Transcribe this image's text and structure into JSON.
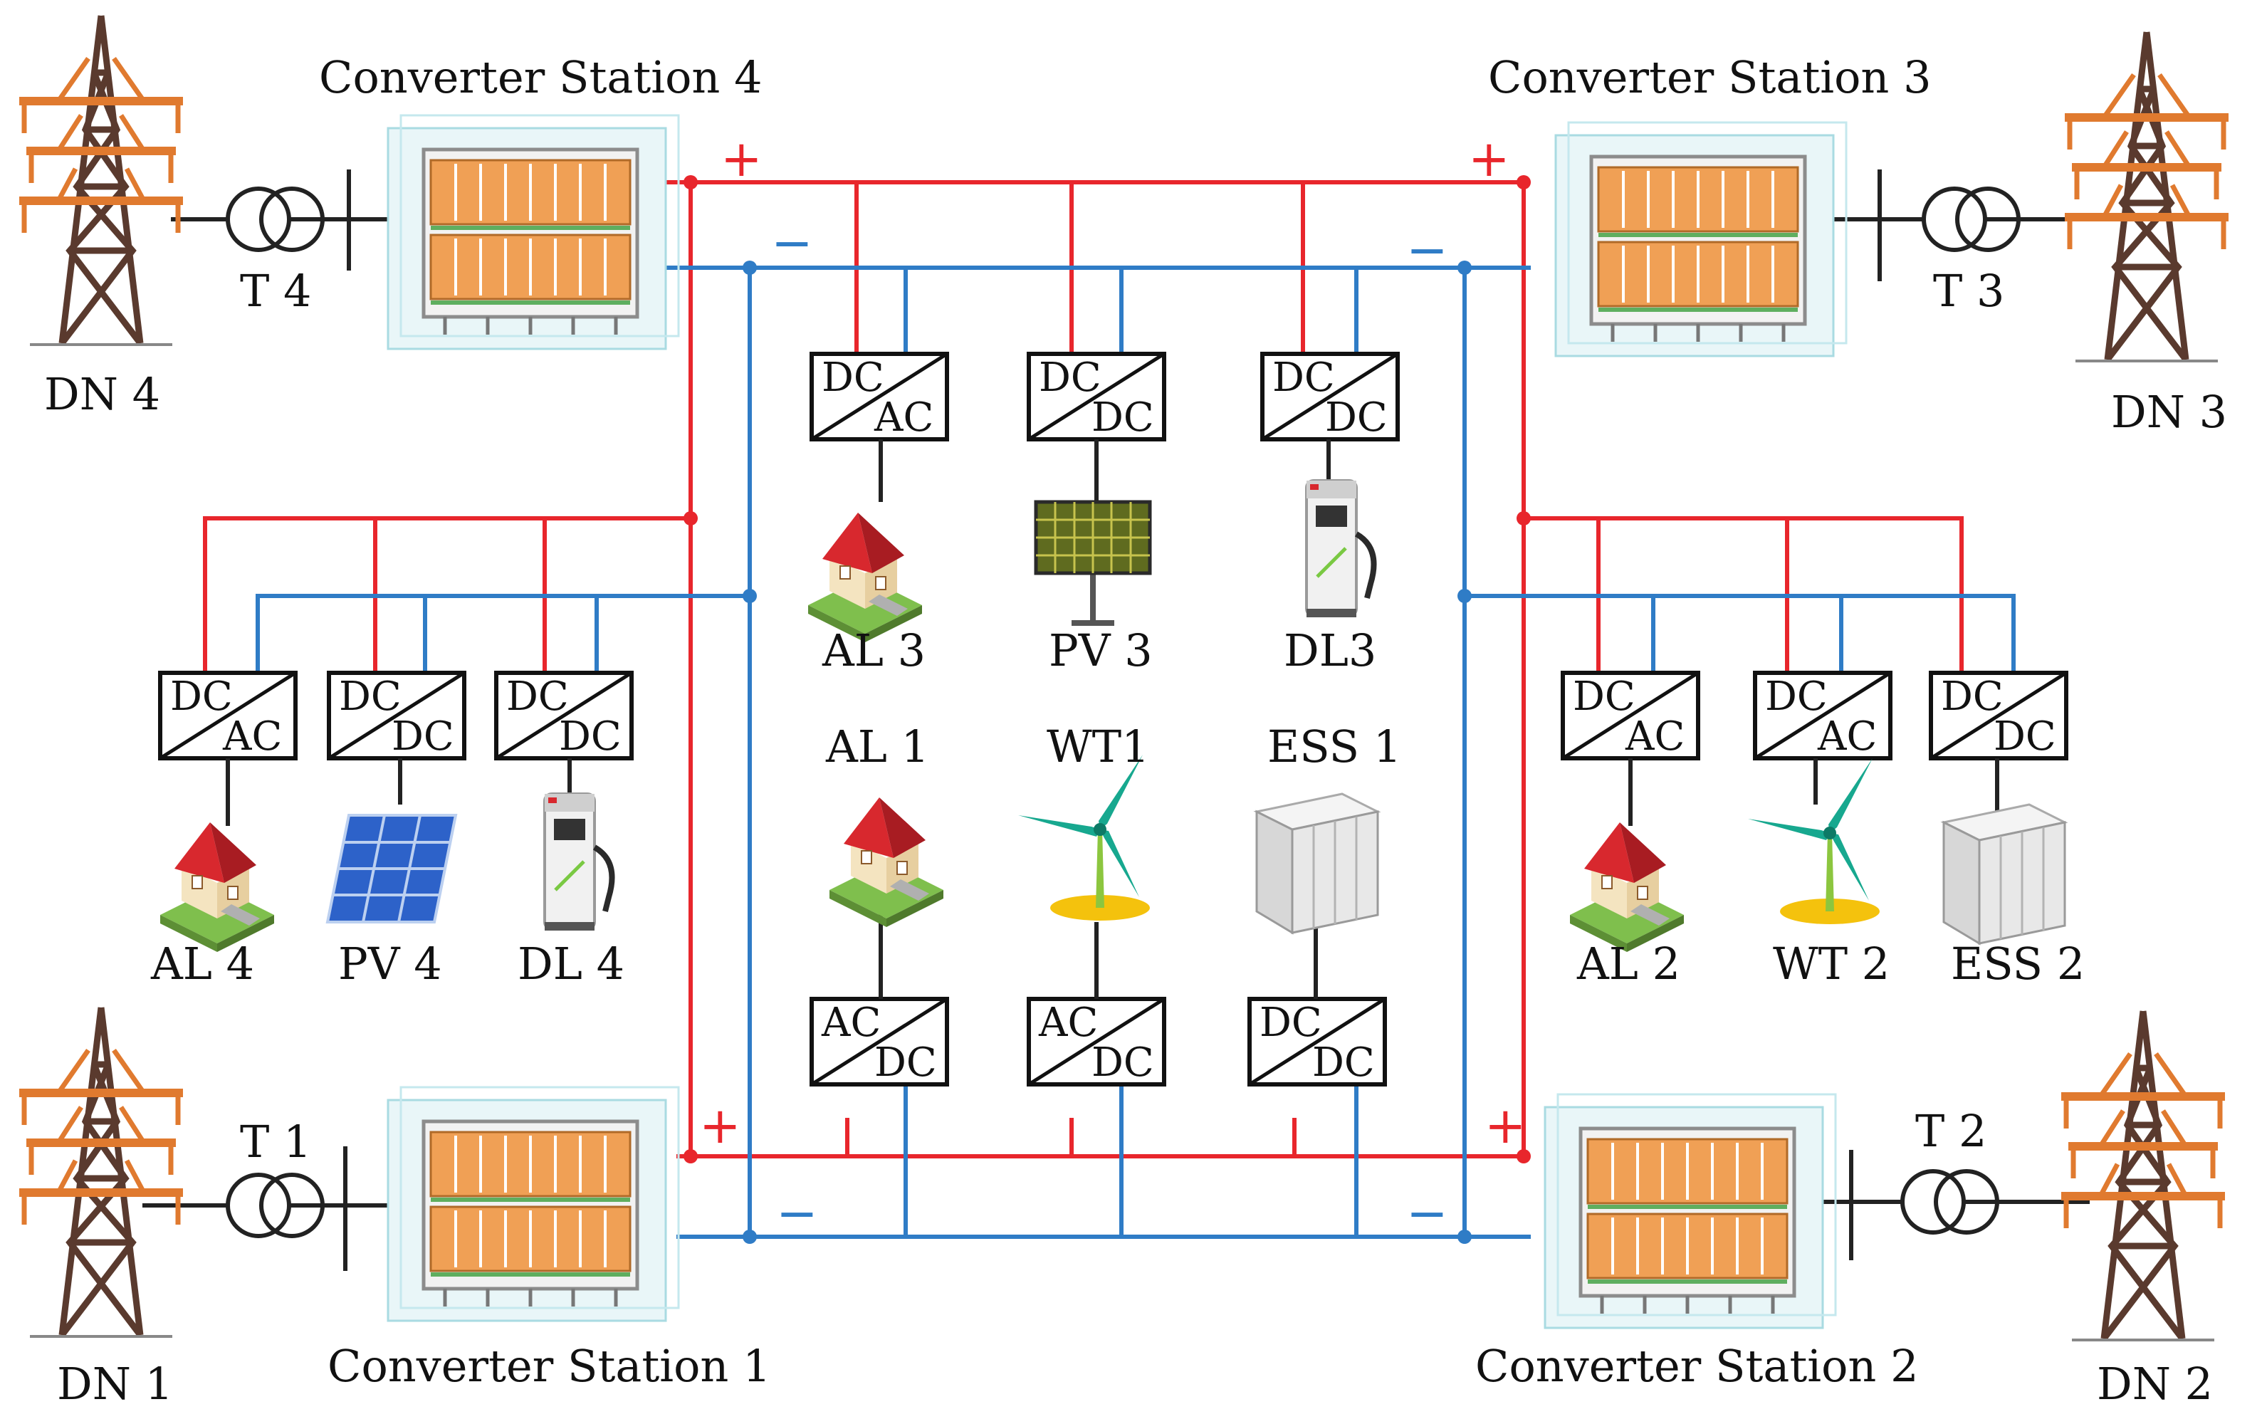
{
  "stations": [
    {
      "label": "Converter Station 4"
    },
    {
      "label": "Converter Station 3"
    },
    {
      "label": "Converter Station 1"
    },
    {
      "label": "Converter Station 2"
    }
  ],
  "grids": [
    {
      "label": "DN 4"
    },
    {
      "label": "DN 3"
    },
    {
      "label": "DN 1"
    },
    {
      "label": "DN 2"
    }
  ],
  "transformers": [
    {
      "label": "T 4"
    },
    {
      "label": "T 3"
    },
    {
      "label": "T 1"
    },
    {
      "label": "T 2"
    }
  ],
  "converters": [
    {
      "top": "DC",
      "bottom": "AC"
    },
    {
      "top": "DC",
      "bottom": "DC"
    },
    {
      "top": "DC",
      "bottom": "DC"
    },
    {
      "top": "DC",
      "bottom": "AC"
    },
    {
      "top": "DC",
      "bottom": "DC"
    },
    {
      "top": "DC",
      "bottom": "DC"
    },
    {
      "top": "DC",
      "bottom": "AC"
    },
    {
      "top": "DC",
      "bottom": "AC"
    },
    {
      "top": "DC",
      "bottom": "DC"
    },
    {
      "top": "AC",
      "bottom": "DC"
    },
    {
      "top": "AC",
      "bottom": "DC"
    },
    {
      "top": "DC",
      "bottom": "DC"
    }
  ],
  "loads": [
    {
      "label": "AL 3"
    },
    {
      "label": "PV 3"
    },
    {
      "label": "DL3"
    },
    {
      "label": "AL 4"
    },
    {
      "label": "PV 4"
    },
    {
      "label": "DL 4"
    },
    {
      "label": "AL 2"
    },
    {
      "label": "WT 2"
    },
    {
      "label": "ESS 2"
    },
    {
      "label": "AL 1"
    },
    {
      "label": "WT1"
    },
    {
      "label": "ESS 1"
    }
  ],
  "polarity": {
    "plus": "+",
    "minus": "−"
  },
  "colors": {
    "positive": "#e8262c",
    "negative": "#2f7cc6",
    "tower": "#5a3a2e",
    "insulator": "#e07a2f",
    "box": "#111111"
  }
}
